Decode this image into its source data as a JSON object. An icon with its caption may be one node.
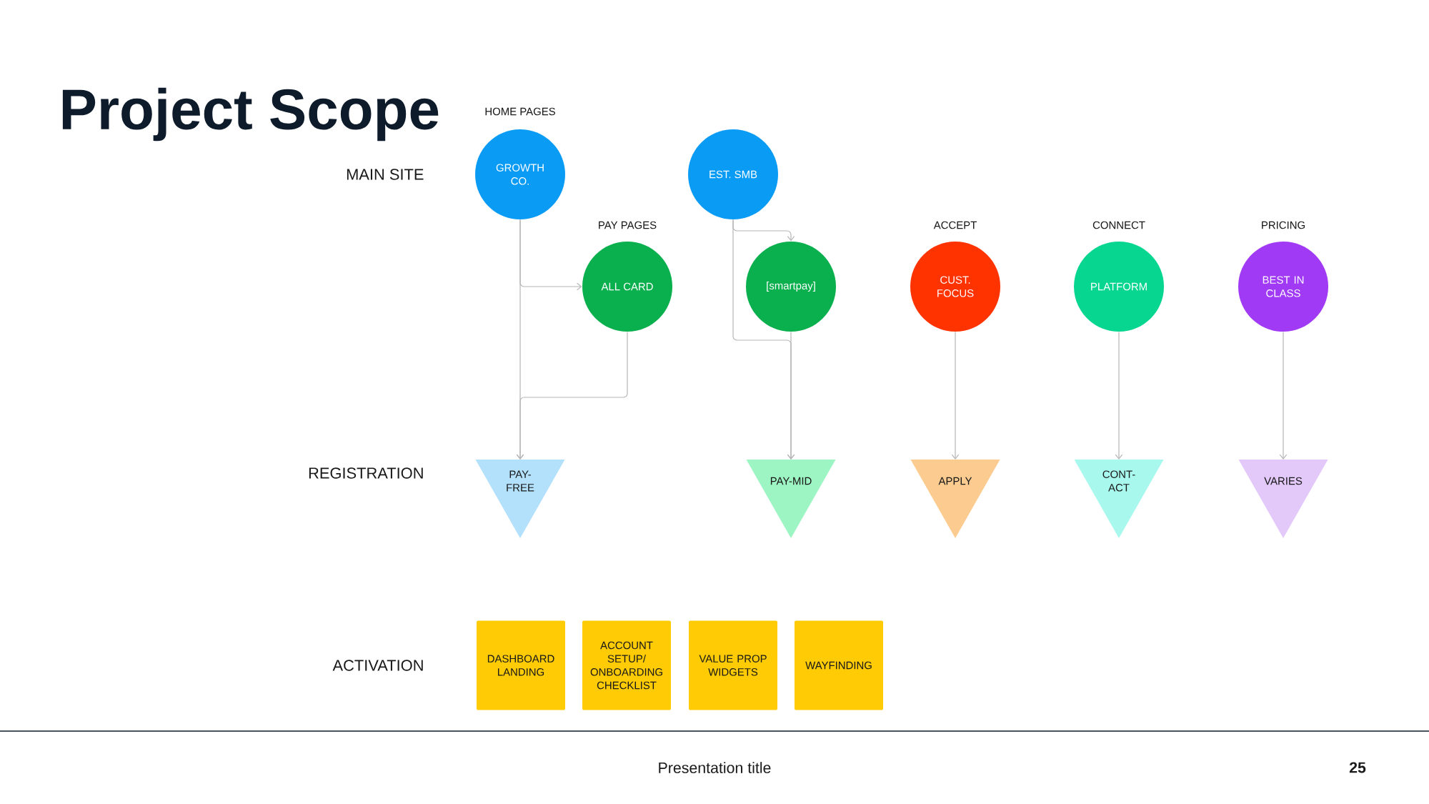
{
  "diagram": {
    "title": "Project Scope",
    "nodes": [
      {
        "text": [
          "GROWTH CO."
        ]
      },
      {
        "text": [
          "EST. SMB"
        ]
      },
      {
        "text": [
          "ALL CARD"
        ]
      },
      {
        "text": [
          "[smartpay]"
        ]
      },
      {
        "text": [
          "CUST. FOCUS"
        ]
      },
      {
        "text": [
          "PLATFORM"
        ]
      },
      {
        "text": [
          "BEST IN CLASS"
        ]
      },
      {
        "text": [
          "PAY- FREE"
        ]
      },
      {
        "text": [
          "PAY-MID"
        ]
      },
      {
        "text": [
          "APPLY"
        ]
      },
      {
        "text": [
          "CONT- ACT"
        ]
      },
      {
        "text": [
          "VARIES"
        ]
      },
      {
        "text": [
          "DASHBOARD LANDING"
        ]
      },
      {
        "text": [
          "ACCOUNT SETUP/ ONBOARDING CHECKLIST"
        ]
      },
      {
        "text": [
          "VALUE PROP WIDGETS"
        ]
      },
      {
        "text": [
          "WAYFINDING"
        ]
      }
    ],
    "edges": [
      {
        "from": 0,
        "to": 7,
        "arrow": "to"
      },
      {
        "from": 0,
        "to": 2,
        "arrow": "to"
      },
      {
        "from": 2,
        "to": 7,
        "arrow": "to"
      },
      {
        "from": 1,
        "to": 3,
        "arrow": "to"
      },
      {
        "from": 1,
        "to": 8,
        "arrow": "to"
      },
      {
        "from": 3,
        "to": 8,
        "arrow": "to"
      },
      {
        "from": 4,
        "to": 9,
        "arrow": "to"
      },
      {
        "from": 5,
        "to": 10,
        "arrow": "to"
      },
      {
        "from": 6,
        "to": 11,
        "arrow": "to"
      }
    ],
    "labels": [
      "HOME PAGES",
      "MAIN SITE",
      "PAY PAGES",
      "ACCEPT",
      "CONNECT",
      "PRICING",
      "REGISTRATION",
      "ACTIVATION",
      "Presentation title",
      "25"
    ]
  }
}
